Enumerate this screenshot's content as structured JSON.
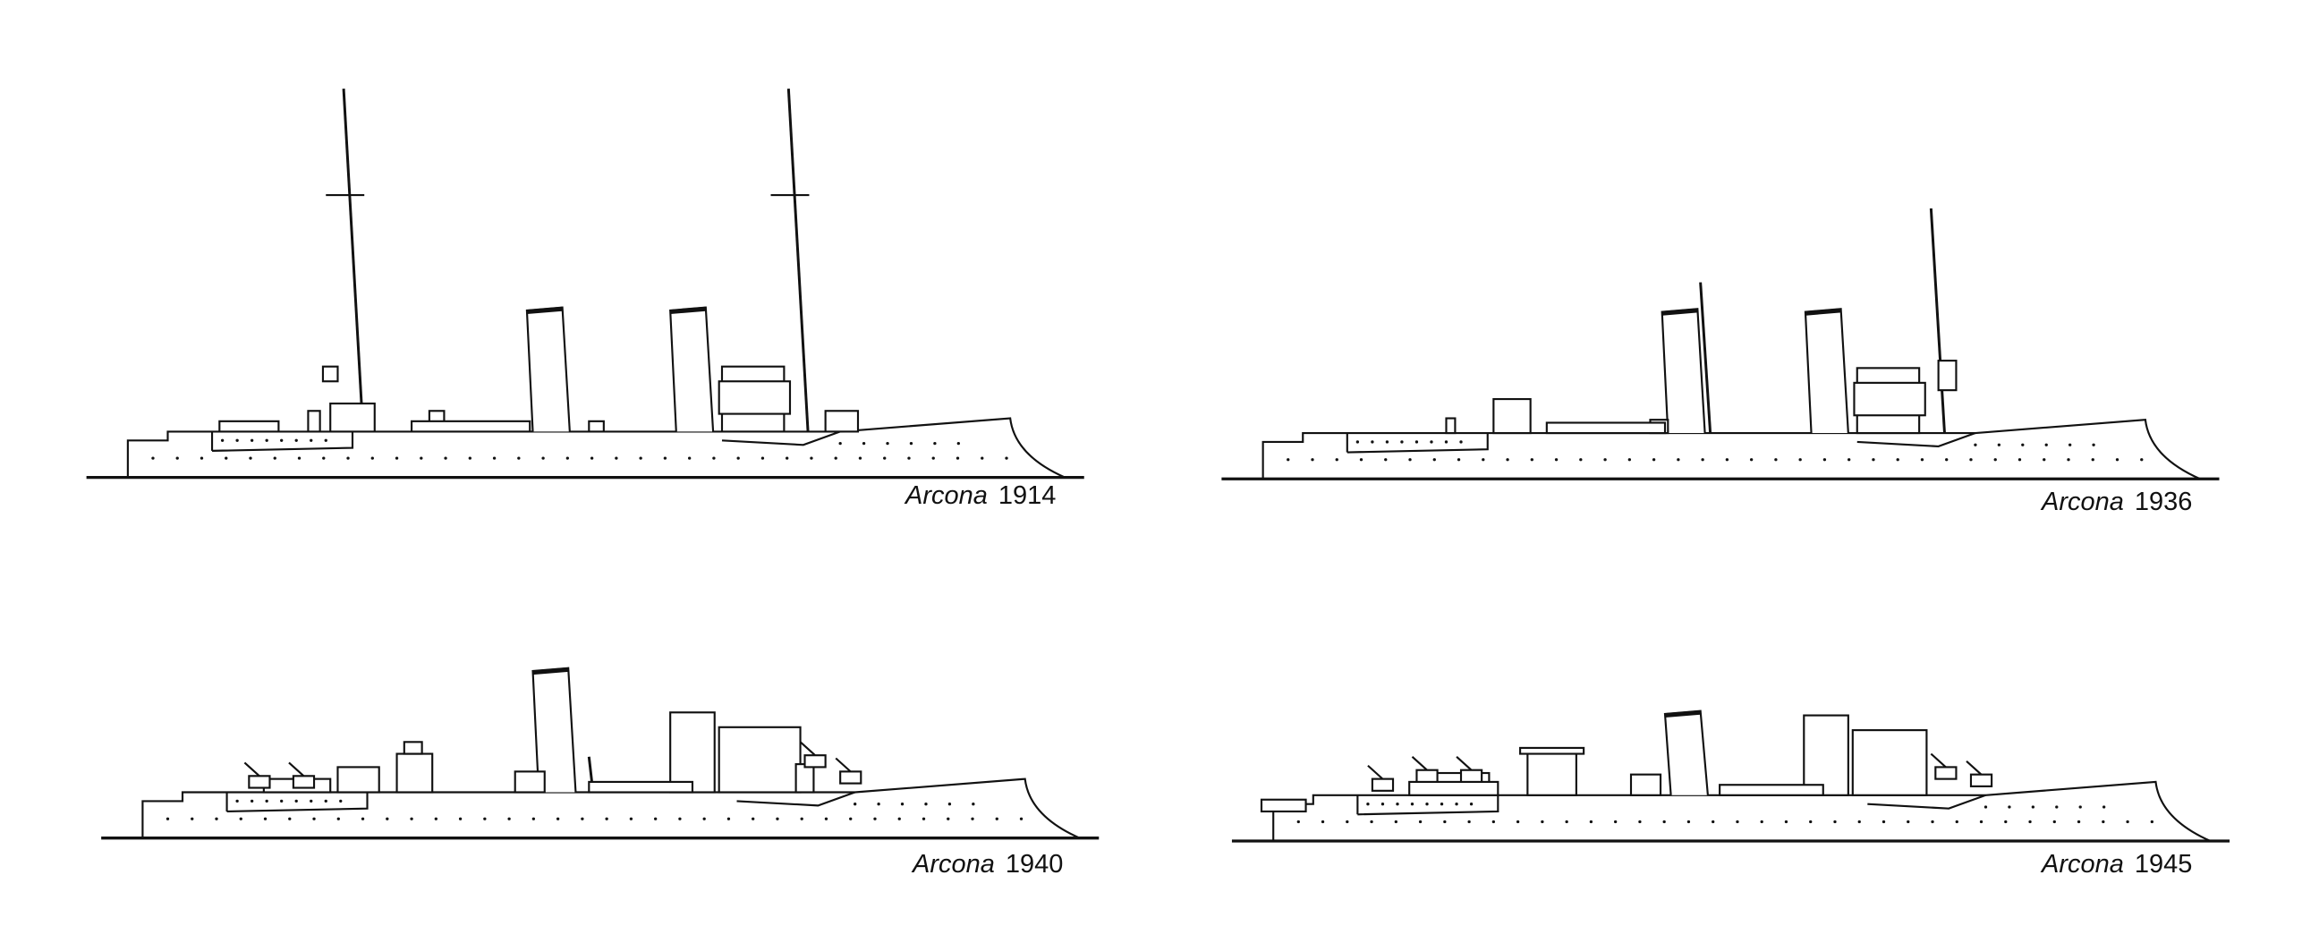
{
  "colors": {
    "line": "#111111",
    "background": "#ffffff"
  },
  "profiles": [
    {
      "name": "Arcona",
      "year": "1914"
    },
    {
      "name": "Arcona",
      "year": "1936"
    },
    {
      "name": "Arcona",
      "year": "1940"
    },
    {
      "name": "Arcona",
      "year": "1945"
    }
  ]
}
